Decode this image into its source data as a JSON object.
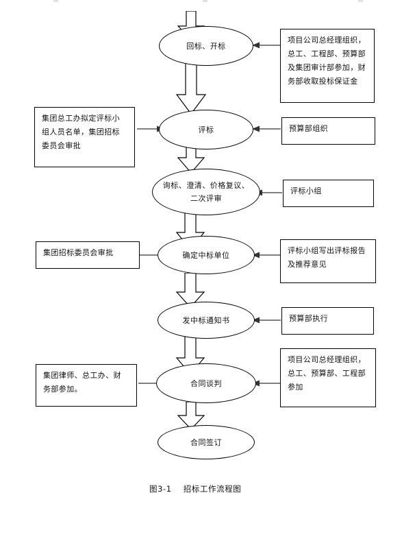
{
  "figure": {
    "caption_number": "图3-1",
    "caption_title": "招标工作流程图",
    "caption_full": "图3-1    招标工作流程图"
  },
  "colors": {
    "stroke": "#000000",
    "fill": "#ffffff",
    "text": "#111111",
    "connector": "#333333"
  },
  "diagram": {
    "type": "flowchart",
    "orientation": "top-to-bottom",
    "nodes": [
      {
        "id": "n1",
        "shape": "ellipse",
        "label": "回标、开标"
      },
      {
        "id": "n2",
        "shape": "ellipse",
        "label": "评标"
      },
      {
        "id": "n3",
        "shape": "ellipse",
        "label": "询标、澄清、价格复议、\n二次评审"
      },
      {
        "id": "n4",
        "shape": "ellipse",
        "label": "确定中标单位"
      },
      {
        "id": "n5",
        "shape": "ellipse",
        "label": "发中标通知书"
      },
      {
        "id": "n6",
        "shape": "ellipse",
        "label": "合同谈判"
      },
      {
        "id": "n7",
        "shape": "ellipse",
        "label": "合同签订"
      }
    ],
    "annotations": [
      {
        "id": "a1",
        "side": "right",
        "target": "n1",
        "text": "项目公司总经理组织，\n总工、工程部、预算部\n及集团审计部参加，财\n务部收取投标保证金"
      },
      {
        "id": "a2",
        "side": "left",
        "target": "n2",
        "text": "集团总工办拟定评标小\n组人员名单，集团招标\n委员会审批"
      },
      {
        "id": "a3",
        "side": "right",
        "target": "n2",
        "text": "预算部组织"
      },
      {
        "id": "a4",
        "side": "right",
        "target": "n3",
        "text": "评标小组"
      },
      {
        "id": "a5",
        "side": "left",
        "target": "n4",
        "text": "集团招标委员会审批"
      },
      {
        "id": "a6",
        "side": "right",
        "target": "n4",
        "text": "评标小组写出评标报告\n及推荐意见"
      },
      {
        "id": "a7",
        "side": "right",
        "target": "n5",
        "text": "预算部执行"
      },
      {
        "id": "a8",
        "side": "left",
        "target": "n6",
        "text": "集团律师、总工办、财\n务部参加。"
      },
      {
        "id": "a9",
        "side": "right",
        "target": "n6",
        "text": "项目公司总经理组织，\n总工、预算部、工程部\n参加"
      }
    ],
    "flow_edges": [
      {
        "from": "entry",
        "to": "n1",
        "style": "block-arrow-down"
      },
      {
        "from": "n1",
        "to": "n2",
        "style": "block-arrow-down"
      },
      {
        "from": "n2",
        "to": "n3",
        "style": "block-arrow-down"
      },
      {
        "from": "n3",
        "to": "n4",
        "style": "block-arrow-down"
      },
      {
        "from": "n4",
        "to": "n5",
        "style": "block-arrow-down"
      },
      {
        "from": "n5",
        "to": "n6",
        "style": "block-arrow-down"
      },
      {
        "from": "n6",
        "to": "n7",
        "style": "block-arrow-down"
      }
    ]
  }
}
